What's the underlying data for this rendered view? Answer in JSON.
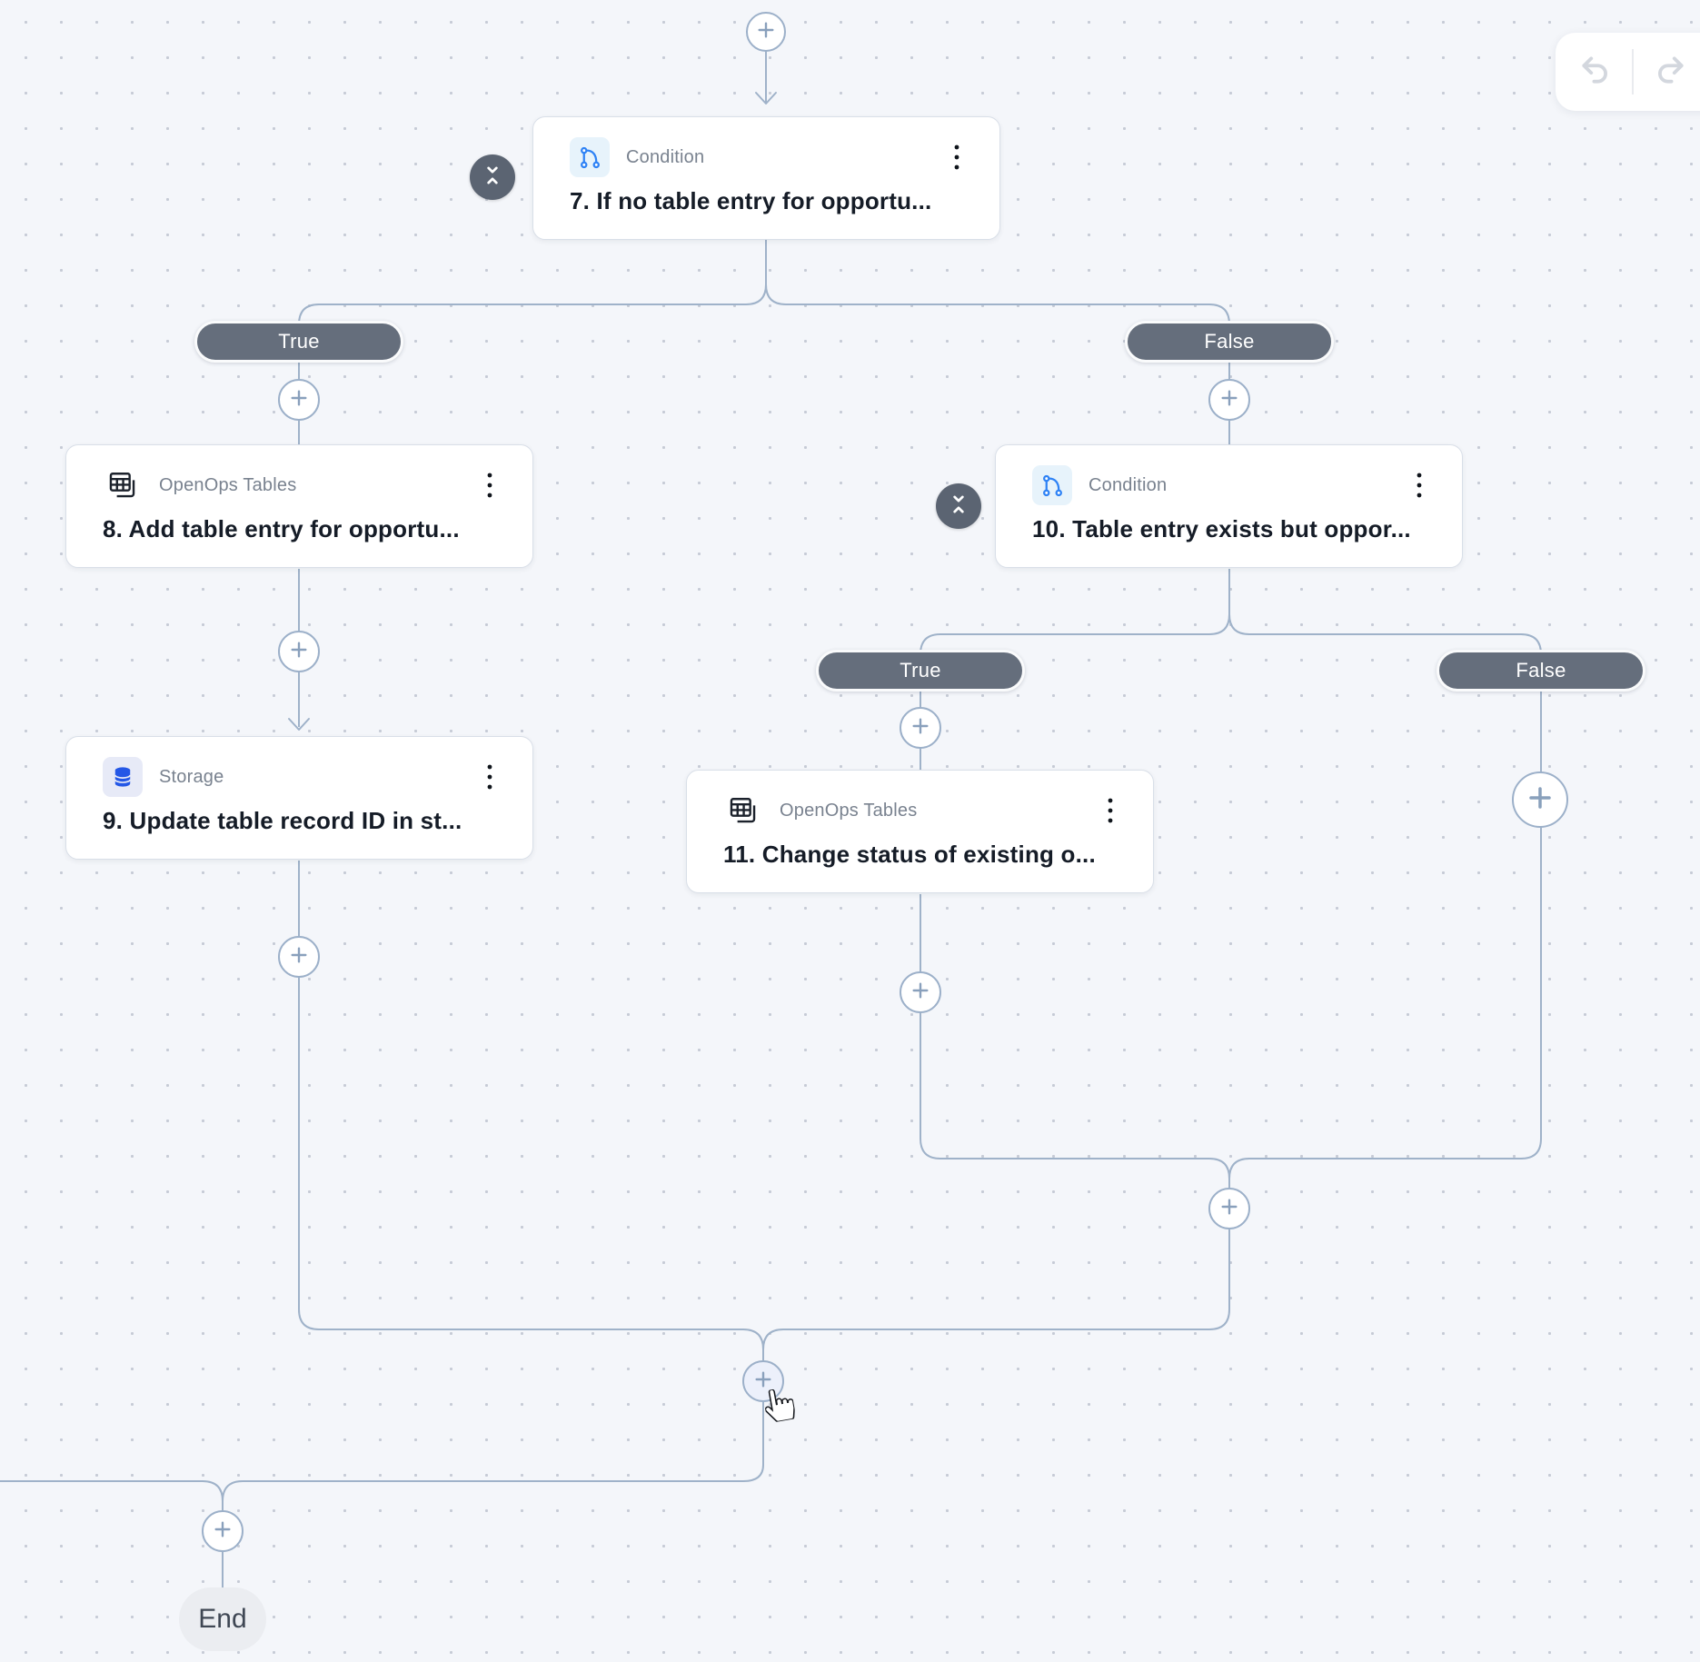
{
  "canvas": {
    "background_color": "#f4f6fa",
    "dot_color": "#c6cbd6",
    "connector_color": "#9fb2c9"
  },
  "toolbar": {
    "undo_icon": "undo-icon",
    "redo_icon": "redo-icon",
    "state": "disabled"
  },
  "nodes": {
    "condition7": {
      "icon": "branch-condition-icon",
      "type": "Condition",
      "title": "7. If no table entry for opportu..."
    },
    "tables8": {
      "icon": "tables-icon",
      "type": "OpenOps Tables",
      "title": "8. Add table entry for opportu..."
    },
    "storage9": {
      "icon": "database-icon",
      "type": "Storage",
      "title": "9. Update table record ID in st..."
    },
    "condition10": {
      "icon": "branch-condition-icon",
      "type": "Condition",
      "title": "10. Table entry exists but oppor..."
    },
    "tables11": {
      "icon": "tables-icon",
      "type": "OpenOps Tables",
      "title": "11. Change status of existing o..."
    }
  },
  "branches": {
    "true_label": "True",
    "false_label": "False"
  },
  "end": {
    "label": "End"
  },
  "icons": {
    "add_step": "plus-icon",
    "node_menu": "more-vertical-icon",
    "collapse": "collapse-vertical-icon",
    "cursor": "hand-pointer-cursor"
  },
  "colors": {
    "condition_icon": "#2e82f5",
    "storage_icon": "#2457e6",
    "pill_background": "#656e7c",
    "collapse_button": "#5b6472",
    "card_title_text": "#151c27",
    "card_label_text": "#79828f"
  }
}
